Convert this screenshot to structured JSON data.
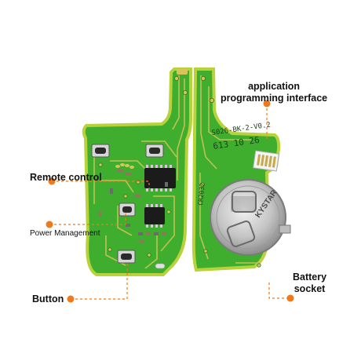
{
  "labels": {
    "application_line1": "application",
    "application_line2": "programming interface",
    "remote_control": "Remote control",
    "power_management": "Power Management",
    "button": "Button",
    "battery_line1": "Battery",
    "battery_line2": "socket"
  },
  "board_print": {
    "model": "S026-BK-2-V0.2",
    "date": "613 10 26",
    "battery_type": "CR2032",
    "holder_brand": "KYSTAR"
  },
  "colors": {
    "pcb_green": "#3fae2e",
    "pcb_edge": "#b8d23a",
    "copper": "#d8c45a",
    "callout_orange": "#f07a1a",
    "chip_black": "#1b1b1b",
    "battery_metal": "#c9c9c9"
  }
}
